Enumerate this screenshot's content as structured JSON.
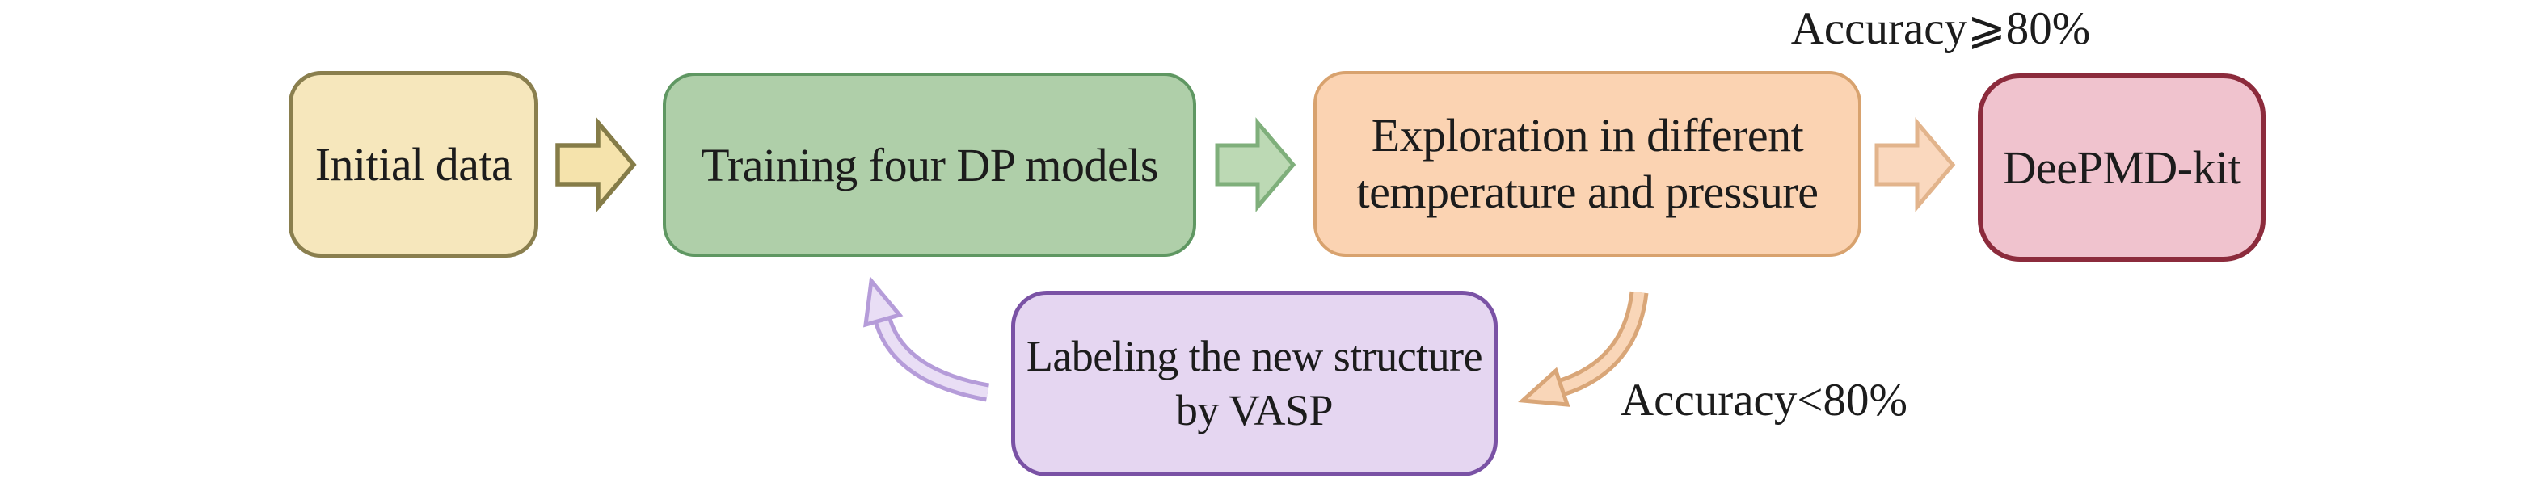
{
  "diagram": {
    "title_none": "",
    "background_color": "#FFFFFF",
    "text_color": "#1C1C1C",
    "boxes": [
      {
        "id": "initial-data",
        "label": "Initial data",
        "fill": "#F6E7BC",
        "border": "#8A7F4E"
      },
      {
        "id": "training-dp-models",
        "label": "Training four DP models",
        "fill": "#AFCFA9",
        "border": "#5F9762"
      },
      {
        "id": "exploration",
        "label": "Exploration in different\ntemperature and pressure",
        "fill": "#FBD3B2",
        "border": "#D8A26E"
      },
      {
        "id": "deepmd-kit",
        "label": "DeePMD-kit",
        "fill": "#F0C3CE",
        "border": "#8C2B3C"
      },
      {
        "id": "labeling-vasp",
        "label": "Labeling the new structure\nby VASP",
        "fill": "#E5D6F1",
        "border": "#7A52A5"
      }
    ],
    "annotations": [
      {
        "id": "accuracy-high",
        "text": "Accuracy⩾80%"
      },
      {
        "id": "accuracy-low",
        "text": "Accuracy<80%"
      }
    ],
    "arrows": [
      {
        "id": "arrow-initial-to-training",
        "type": "block-right",
        "fill": "#F5E3AC",
        "border": "#857C48"
      },
      {
        "id": "arrow-training-to-exploration",
        "type": "block-right",
        "fill": "#BCD9B4",
        "border": "#7FAF7B"
      },
      {
        "id": "arrow-exploration-to-deepmd",
        "type": "block-right",
        "fill": "#FAD8BE",
        "border": "#E2B48C"
      },
      {
        "id": "arrow-exploration-to-labeling",
        "type": "curved-down-left",
        "fill": "#F9D6B8",
        "border": "#D9A678"
      },
      {
        "id": "arrow-labeling-to-training",
        "type": "curved-up-left",
        "fill": "#E9DEF5",
        "border": "#B59CD9"
      }
    ]
  }
}
